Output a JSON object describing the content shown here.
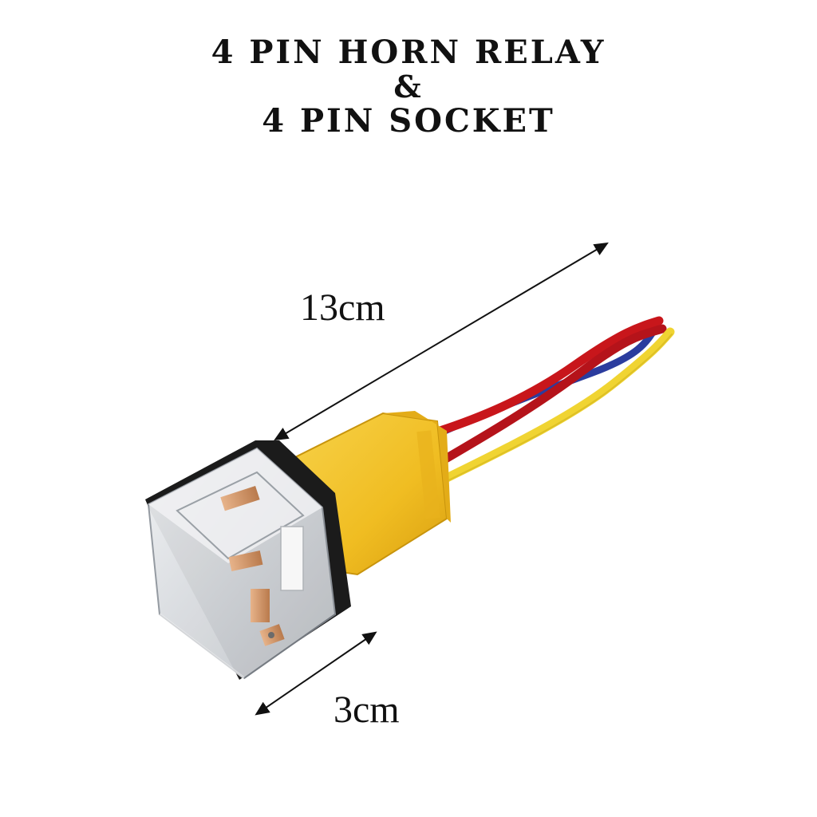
{
  "title": {
    "line1": "4 PIN HORN RELAY",
    "line2": "&",
    "line3": "4 PIN SOCKET"
  },
  "dimensions": {
    "length_label": "13cm",
    "width_label": "3cm"
  },
  "colors": {
    "socket_yellow": "#f2c12e",
    "wire_red": "#c8161b",
    "wire_blue": "#2b3c9e",
    "wire_yellow": "#f0d432",
    "relay_frame": "#1b1b1b",
    "relay_cover": "#d9dde2",
    "terminal_copper": "#d89a6a"
  }
}
